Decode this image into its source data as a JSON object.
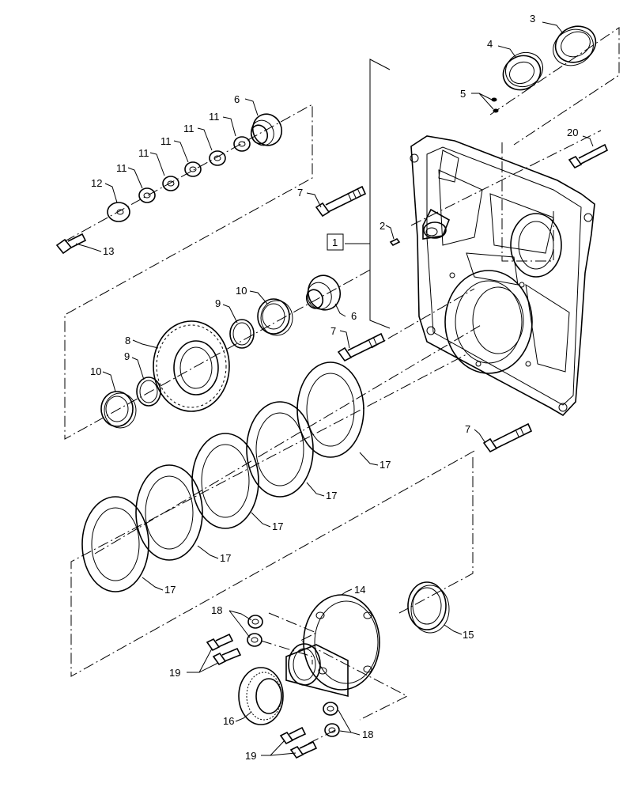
{
  "callouts": {
    "c1": "1",
    "c2": "2",
    "c3": "3",
    "c4": "4",
    "c5": "5",
    "c6a": "6",
    "c6b": "6",
    "c7a": "7",
    "c7b": "7",
    "c7c": "7",
    "c8": "8",
    "c9a": "9",
    "c9b": "9",
    "c10a": "10",
    "c10b": "10",
    "c11a": "11",
    "c11b": "11",
    "c11c": "11",
    "c11d": "11",
    "c11e": "11",
    "c12": "12",
    "c13": "13",
    "c14": "14",
    "c15": "15",
    "c16": "16",
    "c17a": "17",
    "c17b": "17",
    "c17c": "17",
    "c17d": "17",
    "c17e": "17",
    "c18a": "18",
    "c18b": "18",
    "c19a": "19",
    "c19b": "19",
    "c20": "20"
  }
}
